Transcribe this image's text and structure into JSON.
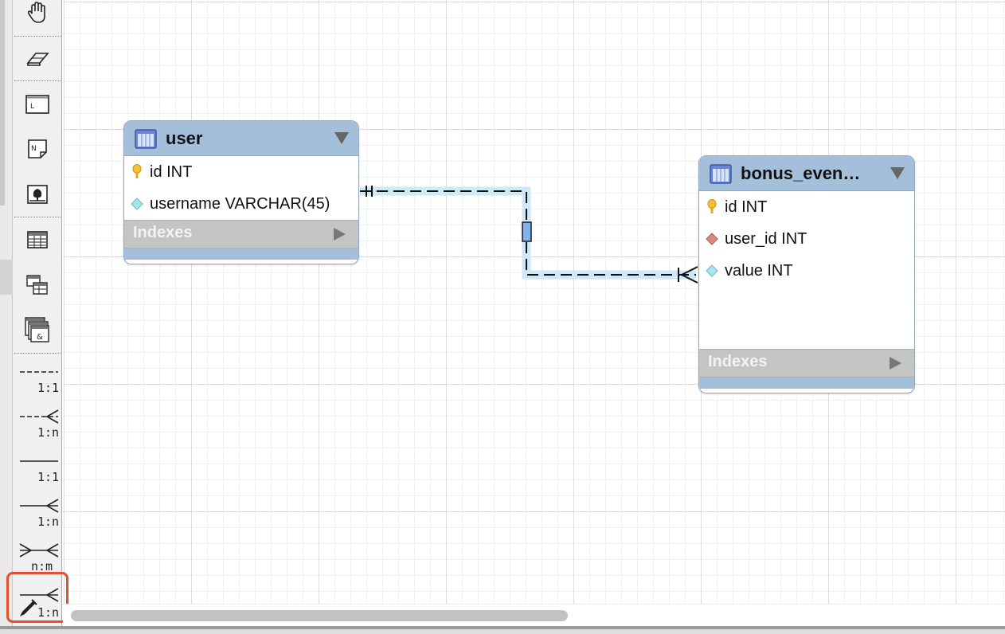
{
  "toolbar": {
    "tools": [
      {
        "name": "hand-tool",
        "icon": "hand-icon"
      },
      {
        "name": "eraser-tool",
        "icon": "eraser-icon"
      },
      {
        "name": "layer-tool",
        "icon": "layer-icon"
      },
      {
        "name": "note-tool",
        "icon": "note-icon"
      },
      {
        "name": "image-tool",
        "icon": "image-icon"
      },
      {
        "name": "table-tool",
        "icon": "table-icon"
      },
      {
        "name": "view-tool",
        "icon": "view-icon"
      },
      {
        "name": "routine-group-tool",
        "icon": "routine-group-icon"
      }
    ],
    "relationships": [
      {
        "name": "rel-1-1-nonidentifying",
        "label": "1:1"
      },
      {
        "name": "rel-1-n-nonidentifying",
        "label": "1:n"
      },
      {
        "name": "rel-1-1-identifying",
        "label": "1:1"
      },
      {
        "name": "rel-1-n-identifying",
        "label": "1:n"
      },
      {
        "name": "rel-n-m-identifying",
        "label": "n:m"
      },
      {
        "name": "rel-1-n-existing-columns",
        "label": "1:n"
      }
    ],
    "highlight_color": "#e4502b"
  },
  "diagram": {
    "tables": [
      {
        "name": "user",
        "columns": [
          {
            "icon": "primary-key-icon",
            "text": "id INT"
          },
          {
            "icon": "column-icon",
            "text": "username VARCHAR(45)"
          }
        ],
        "indexes_label": "Indexes"
      },
      {
        "name": "bonus_even…",
        "columns": [
          {
            "icon": "primary-key-icon",
            "text": "id INT"
          },
          {
            "icon": "foreign-key-icon",
            "text": "user_id INT"
          },
          {
            "icon": "column-icon",
            "text": "value INT"
          }
        ],
        "indexes_label": "Indexes"
      }
    ],
    "relationship": {
      "from": "user",
      "to": "bonus_even…",
      "type": "1:n non-identifying"
    },
    "header_color": "#a3bfd9"
  }
}
